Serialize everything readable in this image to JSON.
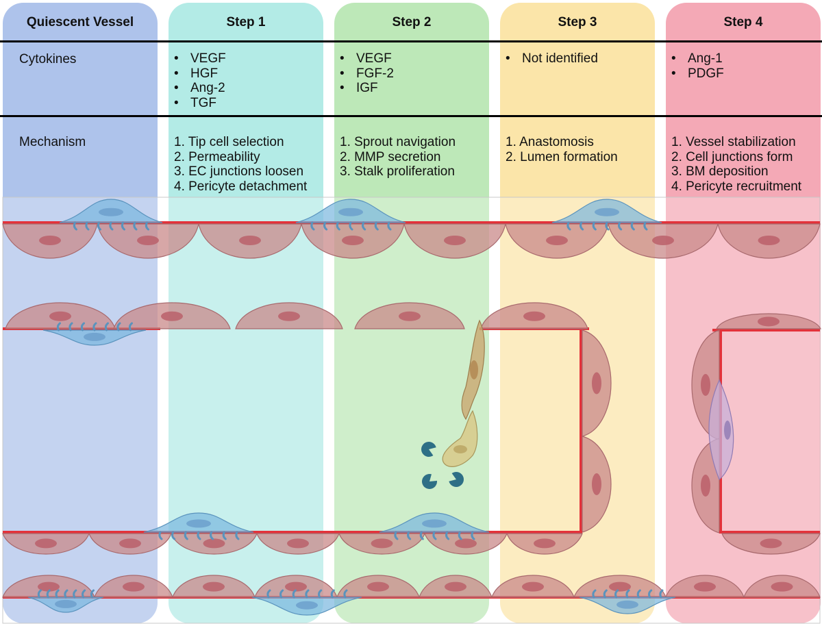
{
  "columns": [
    {
      "id": "quiescent",
      "header": "Quiescent Vessel",
      "color": "#aec3eb",
      "cytokines": [],
      "mechanism": []
    },
    {
      "id": "step1",
      "header": "Step 1",
      "color": "#b3ebe6",
      "cytokines": [
        "VEGF",
        "HGF",
        "Ang-2",
        "TGF"
      ],
      "mechanism": [
        "1. Tip cell selection",
        "2. Permeability",
        "3. EC junctions loosen",
        "4. Pericyte detachment"
      ]
    },
    {
      "id": "step2",
      "header": "Step 2",
      "color": "#bde8b8",
      "cytokines": [
        "VEGF",
        "FGF-2",
        "IGF"
      ],
      "mechanism": [
        "1. Sprout navigation",
        "2. MMP secretion",
        "3. Stalk proliferation"
      ]
    },
    {
      "id": "step3",
      "header": "Step 3",
      "color": "#fbe5a9",
      "cytokines": [
        "Not identified"
      ],
      "mechanism": [
        "1. Anastomosis",
        "2. Lumen formation"
      ]
    },
    {
      "id": "step4",
      "header": "Step 4",
      "color": "#f4a9b6",
      "cytokines": [
        "Ang-1",
        "PDGF"
      ],
      "mechanism": [
        "1. Vessel stabilization",
        "2. Cell junctions form",
        "3. BM deposition",
        "4. Pericyte recruitment"
      ]
    }
  ],
  "rows": {
    "cytokines_label": "Cytokines",
    "mechanism_label": "Mechanism"
  },
  "colors": {
    "vessel_wall": "#e3323a",
    "endothelial_cell": "#c98a8a",
    "nucleus": "#b95c66",
    "pericyte": "#79b6de",
    "tip_cell": "#c9a770",
    "mmp": "#2e6f86"
  }
}
